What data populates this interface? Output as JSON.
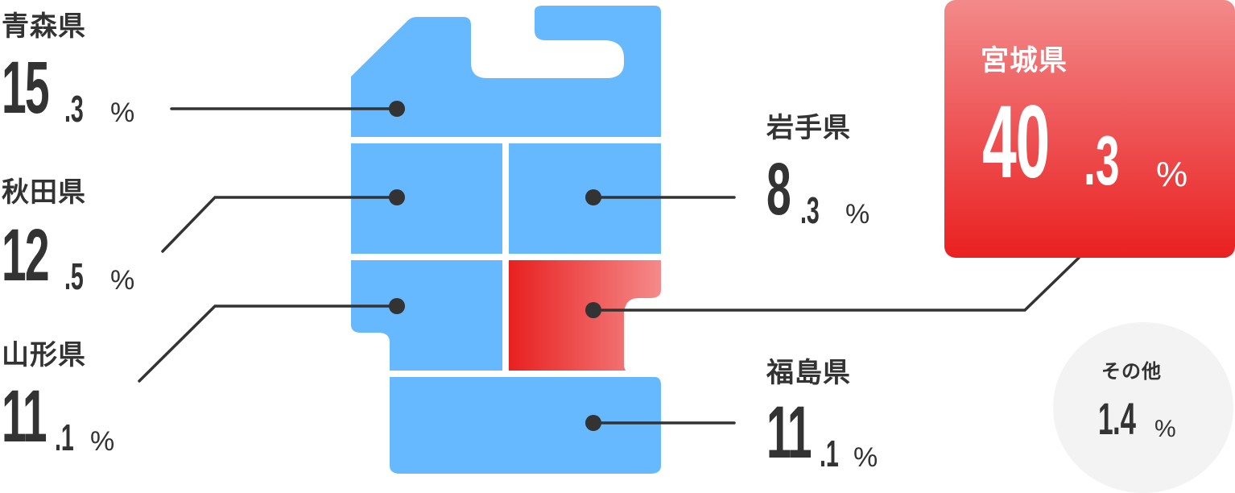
{
  "colors": {
    "region_default": "#66b8ff",
    "region_highlight_start": "#e82020",
    "region_highlight_end": "#f58a8a",
    "line": "#333333",
    "text": "#333333",
    "card_top": "#f38a8a",
    "card_bottom": "#ea2020",
    "other_bg": "#f3f3f3"
  },
  "regions": [
    {
      "name": "青森県",
      "int": "15",
      "dec": ".3",
      "unit": "%"
    },
    {
      "name": "秋田県",
      "int": "12",
      "dec": ".5",
      "unit": "%"
    },
    {
      "name": "山形県",
      "int": "11",
      "dec": ".1",
      "unit": "%"
    },
    {
      "name": "岩手県",
      "int": "8",
      "dec": ".3",
      "unit": "%"
    },
    {
      "name": "福島県",
      "int": "11",
      "dec": ".1",
      "unit": "%"
    }
  ],
  "highlight": {
    "name": "宮城県",
    "int": "40",
    "dec": ".3",
    "unit": "%"
  },
  "other": {
    "name": "その他",
    "int": "1",
    "dec": ".4",
    "unit": "%"
  },
  "chart_data": {
    "type": "pie",
    "title": "",
    "categories": [
      "宮城県",
      "青森県",
      "秋田県",
      "山形県",
      "福島県",
      "岩手県",
      "その他"
    ],
    "values": [
      40.3,
      15.3,
      12.5,
      11.1,
      11.1,
      8.3,
      1.4
    ],
    "unit": "%",
    "highlighted": "宮城県"
  }
}
